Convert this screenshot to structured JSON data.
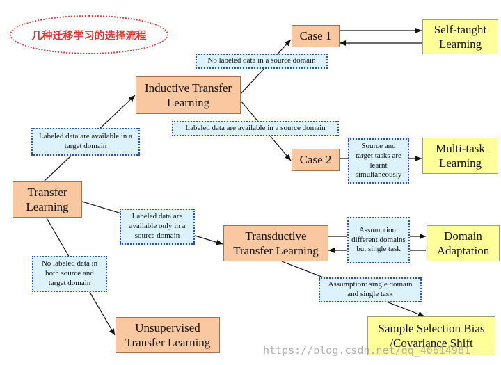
{
  "title": "几种迁移学习的选择流程",
  "nodes": {
    "transfer": "Transfer Learning",
    "inductive": "Inductive Transfer Learning",
    "transductive": "Transductive Transfer Learning",
    "unsupervised": "Unsupervised Transfer Learning",
    "case1": "Case 1",
    "case2": "Case 2",
    "self_taught": "Self-taught Learning",
    "multi_task": "Multi-task Learning",
    "domain_adaptation": "Domain Adaptation",
    "sample_selection": "Sample Selection Bias /Covariance Shift"
  },
  "labels": {
    "labeled_target": "Labeled data are available in a target domain",
    "no_labeled_source": "No labeled data in a source domain",
    "labeled_source": "Labeled data are available in a source domain",
    "source_target_tasks": "Source and target tasks are learnt simultaneously",
    "labeled_only_source": "Labeled data are available only in a source domain",
    "assumption_diff": "Assumption: different domains but single task",
    "no_labeled_both": "No labeled data in both source and target domain",
    "assumption_single": "Assumption: single domain and single task"
  },
  "watermark": "https://blog.csdn.net/qq_40614981"
}
